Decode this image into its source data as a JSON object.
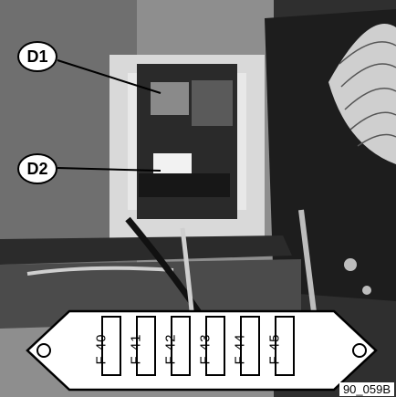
{
  "callouts": [
    {
      "id": "d1",
      "label": "D1"
    },
    {
      "id": "d2",
      "label": "D2"
    }
  ],
  "fuses": [
    "F 40",
    "F 41",
    "F 42",
    "F 43",
    "F 44",
    "F 45"
  ],
  "figure_id": "90_059B"
}
